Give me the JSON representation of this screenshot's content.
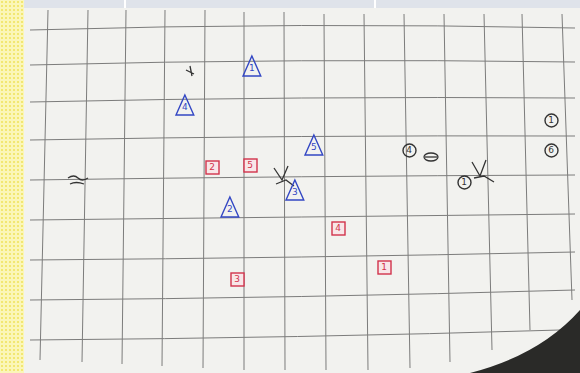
{
  "diagram": {
    "nodes": [
      {
        "text": [
          "1"
        ]
      },
      {
        "text": [
          "1"
        ]
      },
      {
        "text": [
          "4"
        ]
      },
      {
        "text": [
          "5"
        ]
      },
      {
        "text": [
          "4"
        ]
      },
      {
        "text": [
          "6"
        ]
      },
      {
        "text": [
          "5"
        ]
      },
      {
        "text": [
          "2"
        ]
      },
      {
        "text": [
          "1"
        ]
      },
      {
        "text": [
          "3"
        ]
      },
      {
        "text": [
          "2"
        ]
      },
      {
        "text": [
          "4"
        ]
      },
      {
        "text": [
          "1"
        ]
      },
      {
        "text": [
          "3"
        ]
      }
    ]
  }
}
